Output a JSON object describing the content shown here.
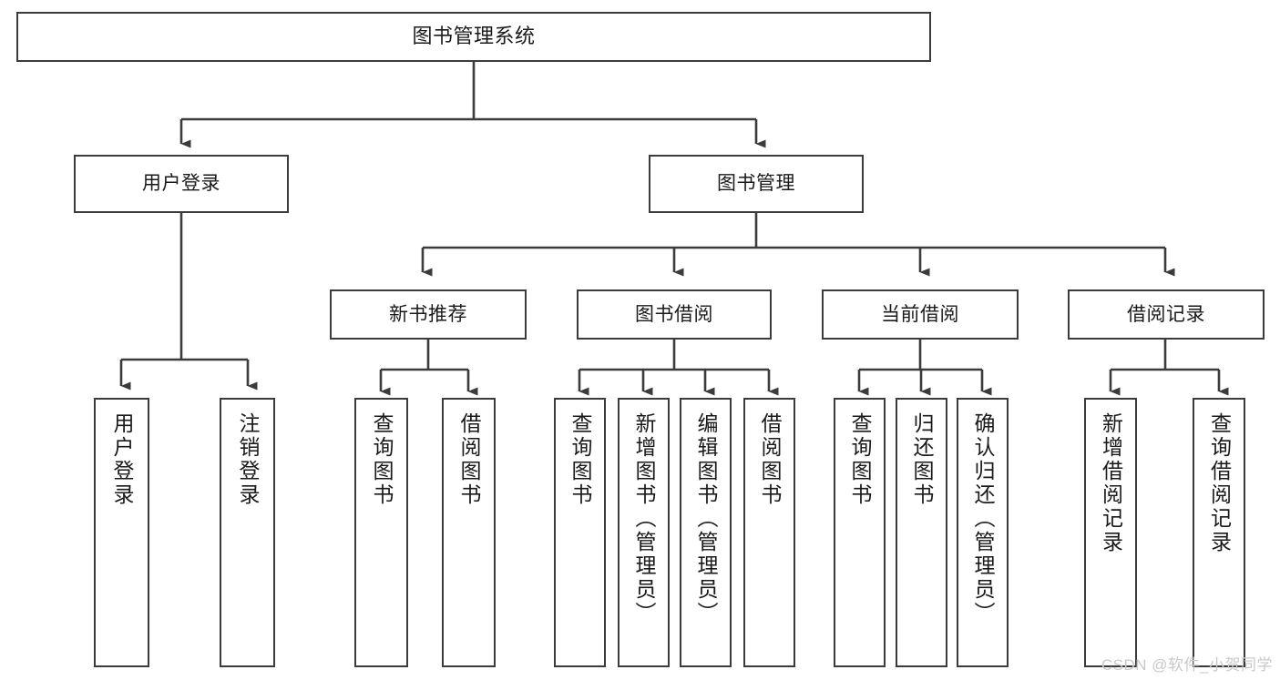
{
  "diagram": {
    "type": "tree-hierarchy",
    "title": "图书管理系统",
    "watermark": "CSDN @软件_小贺同学",
    "colors": {
      "box_border": "#3b3b3b",
      "box_fill": "#ffffff",
      "connector": "#3b3b3b",
      "text": "#1a1a1a",
      "watermark": "#c9c9c9"
    },
    "nodes": {
      "root": {
        "label": "图书管理系统"
      },
      "level2": [
        {
          "label": "用户登录"
        },
        {
          "label": "图书管理"
        }
      ],
      "level3": [
        {
          "label": "新书推荐"
        },
        {
          "label": "图书借阅"
        },
        {
          "label": "当前借阅"
        },
        {
          "label": "借阅记录"
        }
      ],
      "leaves_user_login": [
        {
          "label": "用户登录"
        },
        {
          "label": "注销登录"
        }
      ],
      "leaves_new_book": [
        {
          "label": "查询图书"
        },
        {
          "label": "借阅图书"
        }
      ],
      "leaves_borrow": [
        {
          "label": "查询图书"
        },
        {
          "label": "新增图书（管理员）"
        },
        {
          "label": "编辑图书（管理员）"
        },
        {
          "label": "借阅图书"
        }
      ],
      "leaves_current": [
        {
          "label": "查询图书"
        },
        {
          "label": "归还图书"
        },
        {
          "label": "确认归还（管理员）"
        }
      ],
      "leaves_records": [
        {
          "label": "新增借阅记录"
        },
        {
          "label": "查询借阅记录"
        }
      ]
    }
  }
}
